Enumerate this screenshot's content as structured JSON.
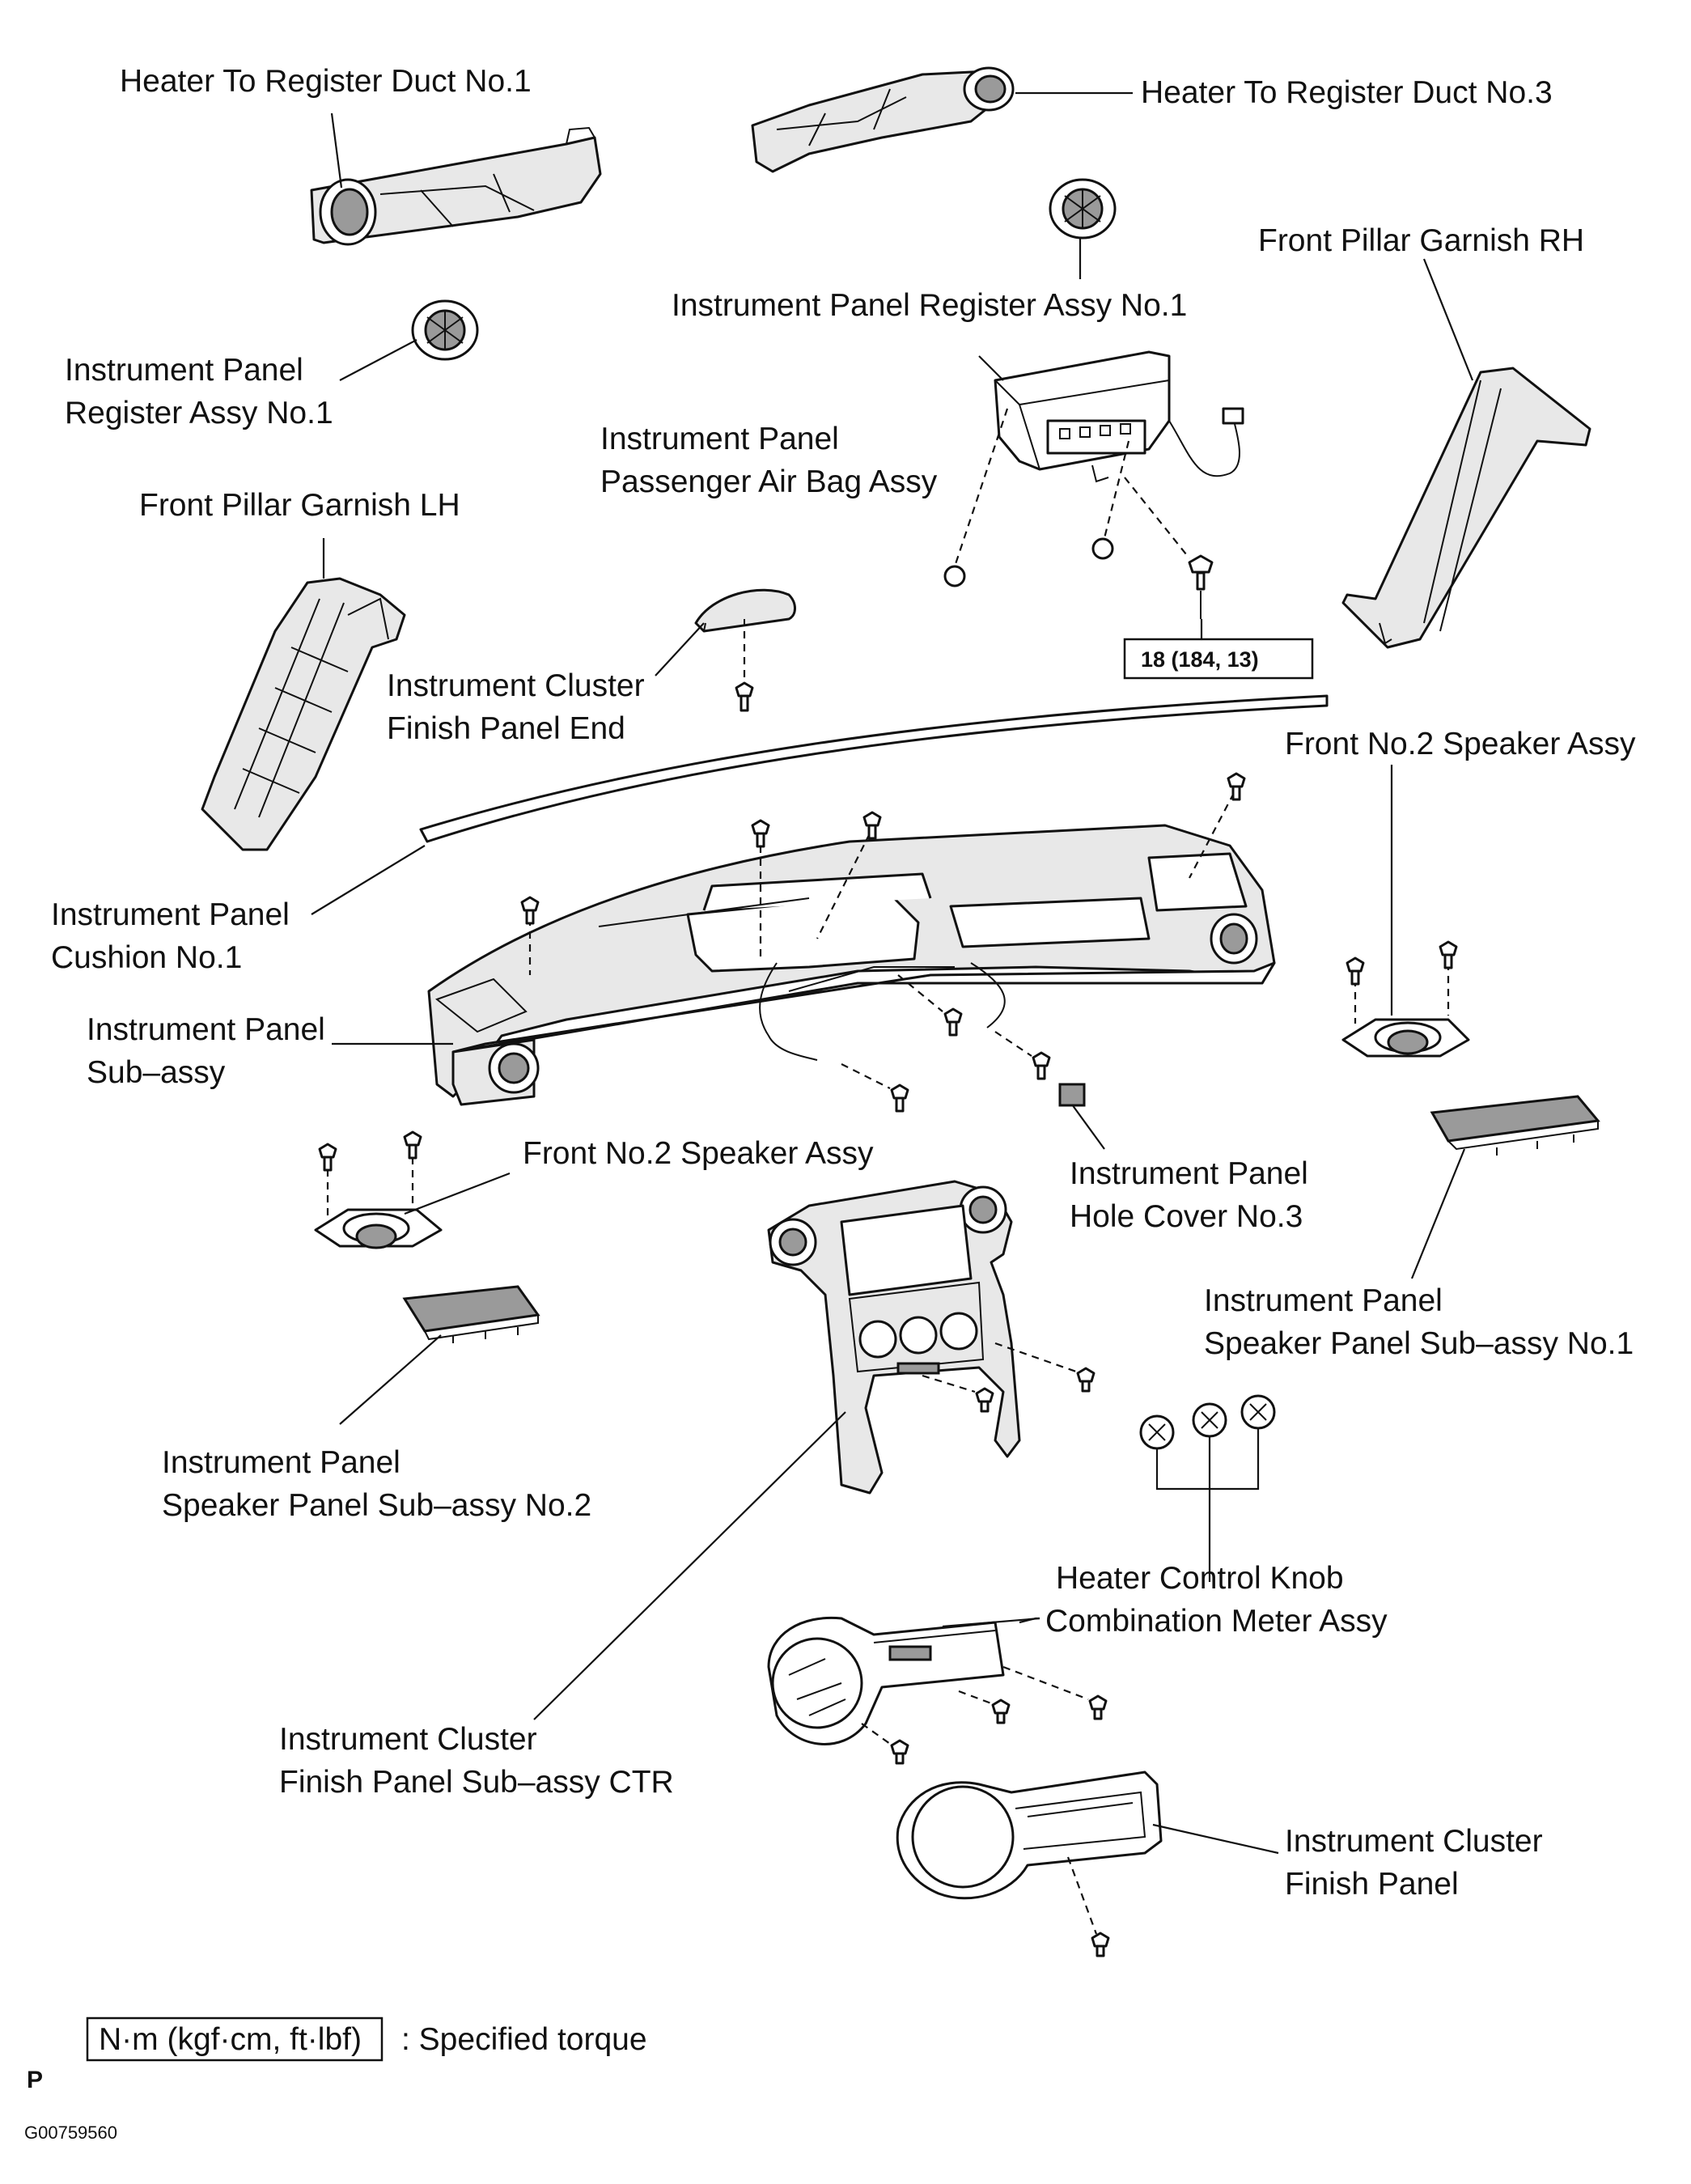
{
  "labels": {
    "duct1": "Heater To Register Duct No.1",
    "duct3": "Heater To Register Duct No.3",
    "register_top": "Instrument Panel Register Assy No.1",
    "pillar_rh": "Front Pillar Garnish RH",
    "register_left_l1": "Instrument Panel",
    "register_left_l2": "Register Assy No.1",
    "airbag_l1": "Instrument Panel",
    "airbag_l2": "Passenger Air Bag Assy",
    "pillar_lh": "Front Pillar Garnish LH",
    "cluster_end_l1": "Instrument Cluster",
    "cluster_end_l2": "Finish Panel End",
    "speaker_right": "Front No.2 Speaker Assy",
    "cushion_l1": "Instrument Panel",
    "cushion_l2": "Cushion No.1",
    "subassy_l1": "Instrument Panel",
    "subassy_l2": "Sub–assy",
    "speaker_left": "Front No.2 Speaker Assy",
    "hole_cover_l1": "Instrument Panel",
    "hole_cover_l2": "Hole Cover No.3",
    "speaker_panel1_l1": "Instrument Panel",
    "speaker_panel1_l2": "Speaker Panel Sub–assy No.1",
    "speaker_panel2_l1": "Instrument Panel",
    "speaker_panel2_l2": "Speaker Panel Sub–assy No.2",
    "heater_knob": "Heater Control Knob",
    "combo_meter": "Combination Meter Assy",
    "ctr_l1": "Instrument Cluster",
    "ctr_l2": "Finish Panel Sub–assy CTR",
    "finish_panel_l1": "Instrument Cluster",
    "finish_panel_l2": "Finish Panel"
  },
  "torque_box": "18 (184, 13)",
  "legend": {
    "unit_box": "N·m (kgf·cm, ft·lbf)",
    "text": ": Specified torque"
  },
  "corner_mark": "P",
  "figure_code": "G00759560"
}
